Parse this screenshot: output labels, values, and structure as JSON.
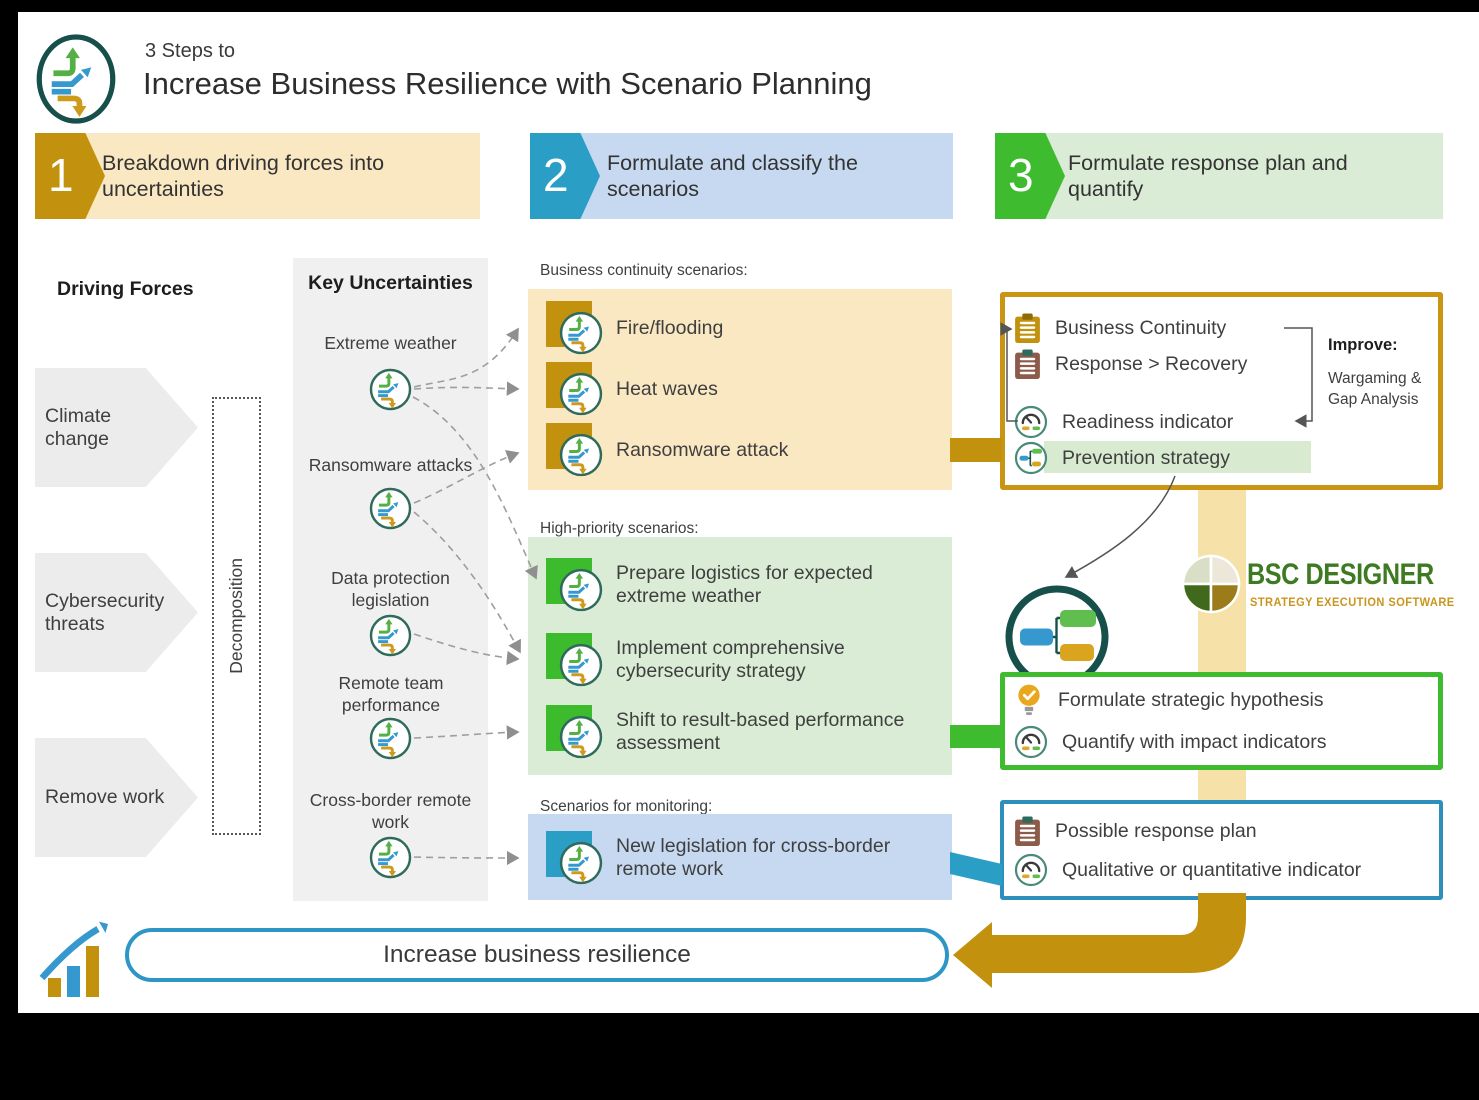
{
  "header": {
    "pretitle": "3 Steps to",
    "title": "Increase Business Resilience with Scenario Planning"
  },
  "steps": [
    {
      "number": "1",
      "label": "Breakdown driving forces into uncertainties"
    },
    {
      "number": "2",
      "label": "Formulate and classify the scenarios"
    },
    {
      "number": "3",
      "label": "Formulate response plan and quantify"
    }
  ],
  "driving_forces": {
    "title": "Driving Forces",
    "decomposition_label": "Decomposition",
    "items": [
      {
        "label": "Climate change"
      },
      {
        "label": "Cybersecurity threats"
      },
      {
        "label": "Remove work"
      }
    ]
  },
  "key_uncertainties": {
    "title": "Key Uncertainties",
    "items": [
      {
        "label": "Extreme weather"
      },
      {
        "label": "Ransomware attacks"
      },
      {
        "label": "Data protection legislation"
      },
      {
        "label": "Remote team performance"
      },
      {
        "label": "Cross-border remote work"
      }
    ]
  },
  "scenario_groups": [
    {
      "label": "Business continuity scenarios:",
      "items": [
        {
          "text": "Fire/flooding"
        },
        {
          "text": "Heat waves"
        },
        {
          "text": "Ransomware attack"
        }
      ]
    },
    {
      "label": "High-priority scenarios:",
      "items": [
        {
          "text": "Prepare logistics for expected extreme weather"
        },
        {
          "text": "Implement comprehensive cybersecurity strategy"
        },
        {
          "text": "Shift to result-based performance assessment"
        }
      ]
    },
    {
      "label": "Scenarios for monitoring:",
      "items": [
        {
          "text": "New legislation for cross-border remote work"
        }
      ]
    }
  ],
  "response_plan": {
    "continuity_box": {
      "items": [
        {
          "text": "Business Continuity"
        },
        {
          "text": "Response > Recovery"
        },
        {
          "text": "Readiness indicator"
        },
        {
          "text": "Prevention strategy"
        }
      ],
      "improve_title": "Improve:",
      "improve_line1": "Wargaming &",
      "improve_line2": "Gap Analysis"
    },
    "hypothesis_box": {
      "items": [
        {
          "text": "Formulate strategic hypothesis"
        },
        {
          "text": "Quantify with impact indicators"
        }
      ]
    },
    "monitoring_box": {
      "items": [
        {
          "text": "Possible response plan"
        },
        {
          "text": "Qualitative or quantitative indicator"
        }
      ]
    }
  },
  "brand": {
    "name": "BSC DESIGNER",
    "tagline": "STRATEGY EXECUTION SOFTWARE"
  },
  "footer": {
    "goal": "Increase business resilience"
  },
  "colors": {
    "gold": "#C2920E",
    "light_gold": "#FAE8C3",
    "band_gold": "#F6E2A8",
    "blue": "#2B9EC6",
    "light_blue": "#C6D9F1",
    "green": "#3EBB2E",
    "light_green": "#DAECD5",
    "highlight_green": "#D8EAD0",
    "teal_ring": "#2F6B5C",
    "brand_green": "#3E7A22",
    "brand_gold": "#C8951F"
  }
}
